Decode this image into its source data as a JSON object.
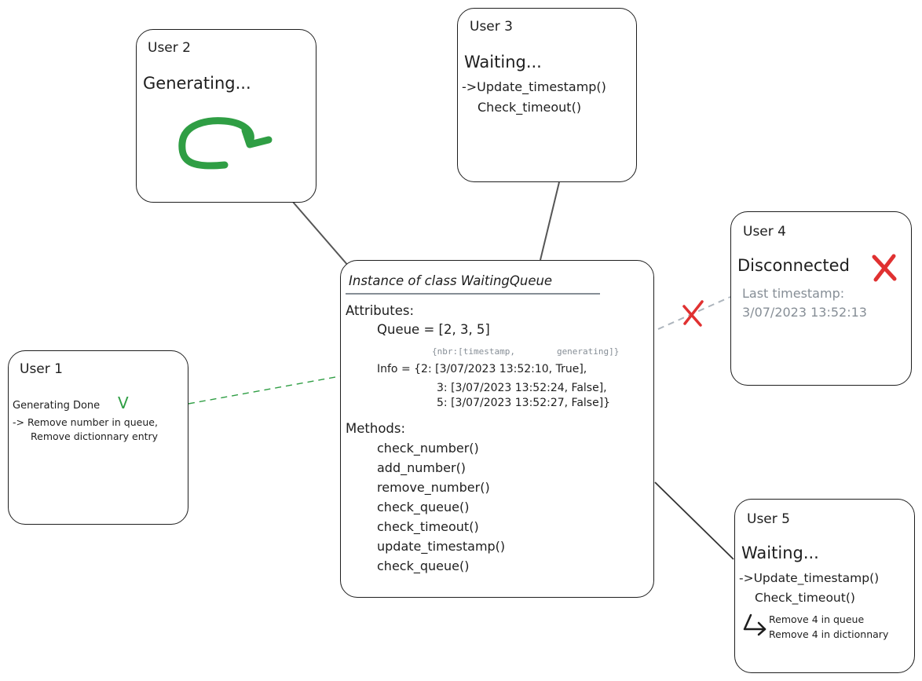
{
  "main": {
    "title": "Instance of class WaitingQueue",
    "attributes_label": "Attributes:",
    "queue_line": "Queue = [2, 3, 5]",
    "info_hint": "{nbr:[timestamp,        generating]}",
    "info_lines": [
      "Info = {2: [3/07/2023 13:52:10, True],",
      "3: [3/07/2023 13:52:24, False],",
      "5: [3/07/2023 13:52:27, False]}"
    ],
    "methods_label": "Methods:",
    "methods": [
      "check_number()",
      "add_number()",
      "remove_number()",
      "check_queue()",
      "check_timeout()",
      "update_timestamp()",
      "check_queue()"
    ]
  },
  "user1": {
    "label": "User 1",
    "status": "Generating Done",
    "check_mark": "V",
    "lines": [
      "-> Remove number in queue,",
      "Remove dictionnary entry"
    ]
  },
  "user2": {
    "label": "User 2",
    "status": "Generating..."
  },
  "user3": {
    "label": "User 3",
    "status": "Waiting...",
    "lines": [
      "->Update_timestamp()",
      "Check_timeout()"
    ]
  },
  "user4": {
    "label": "User 4",
    "status": "Disconnected",
    "last_label": "Last timestamp:",
    "last_value": "3/07/2023 13:52:13"
  },
  "user5": {
    "label": "User 5",
    "status": "Waiting...",
    "lines": [
      "->Update_timestamp()",
      "Check_timeout()"
    ],
    "notes": [
      "Remove 4 in queue",
      "Remove 4 in dictionnary"
    ]
  },
  "colors": {
    "green": "#2f9e44",
    "red": "#e03131",
    "gray": "#868e96",
    "stroke": "#1e1e1e"
  },
  "icons": [
    "refresh-arrow-icon",
    "check-icon",
    "x-mark-icon",
    "return-arrow-icon"
  ]
}
